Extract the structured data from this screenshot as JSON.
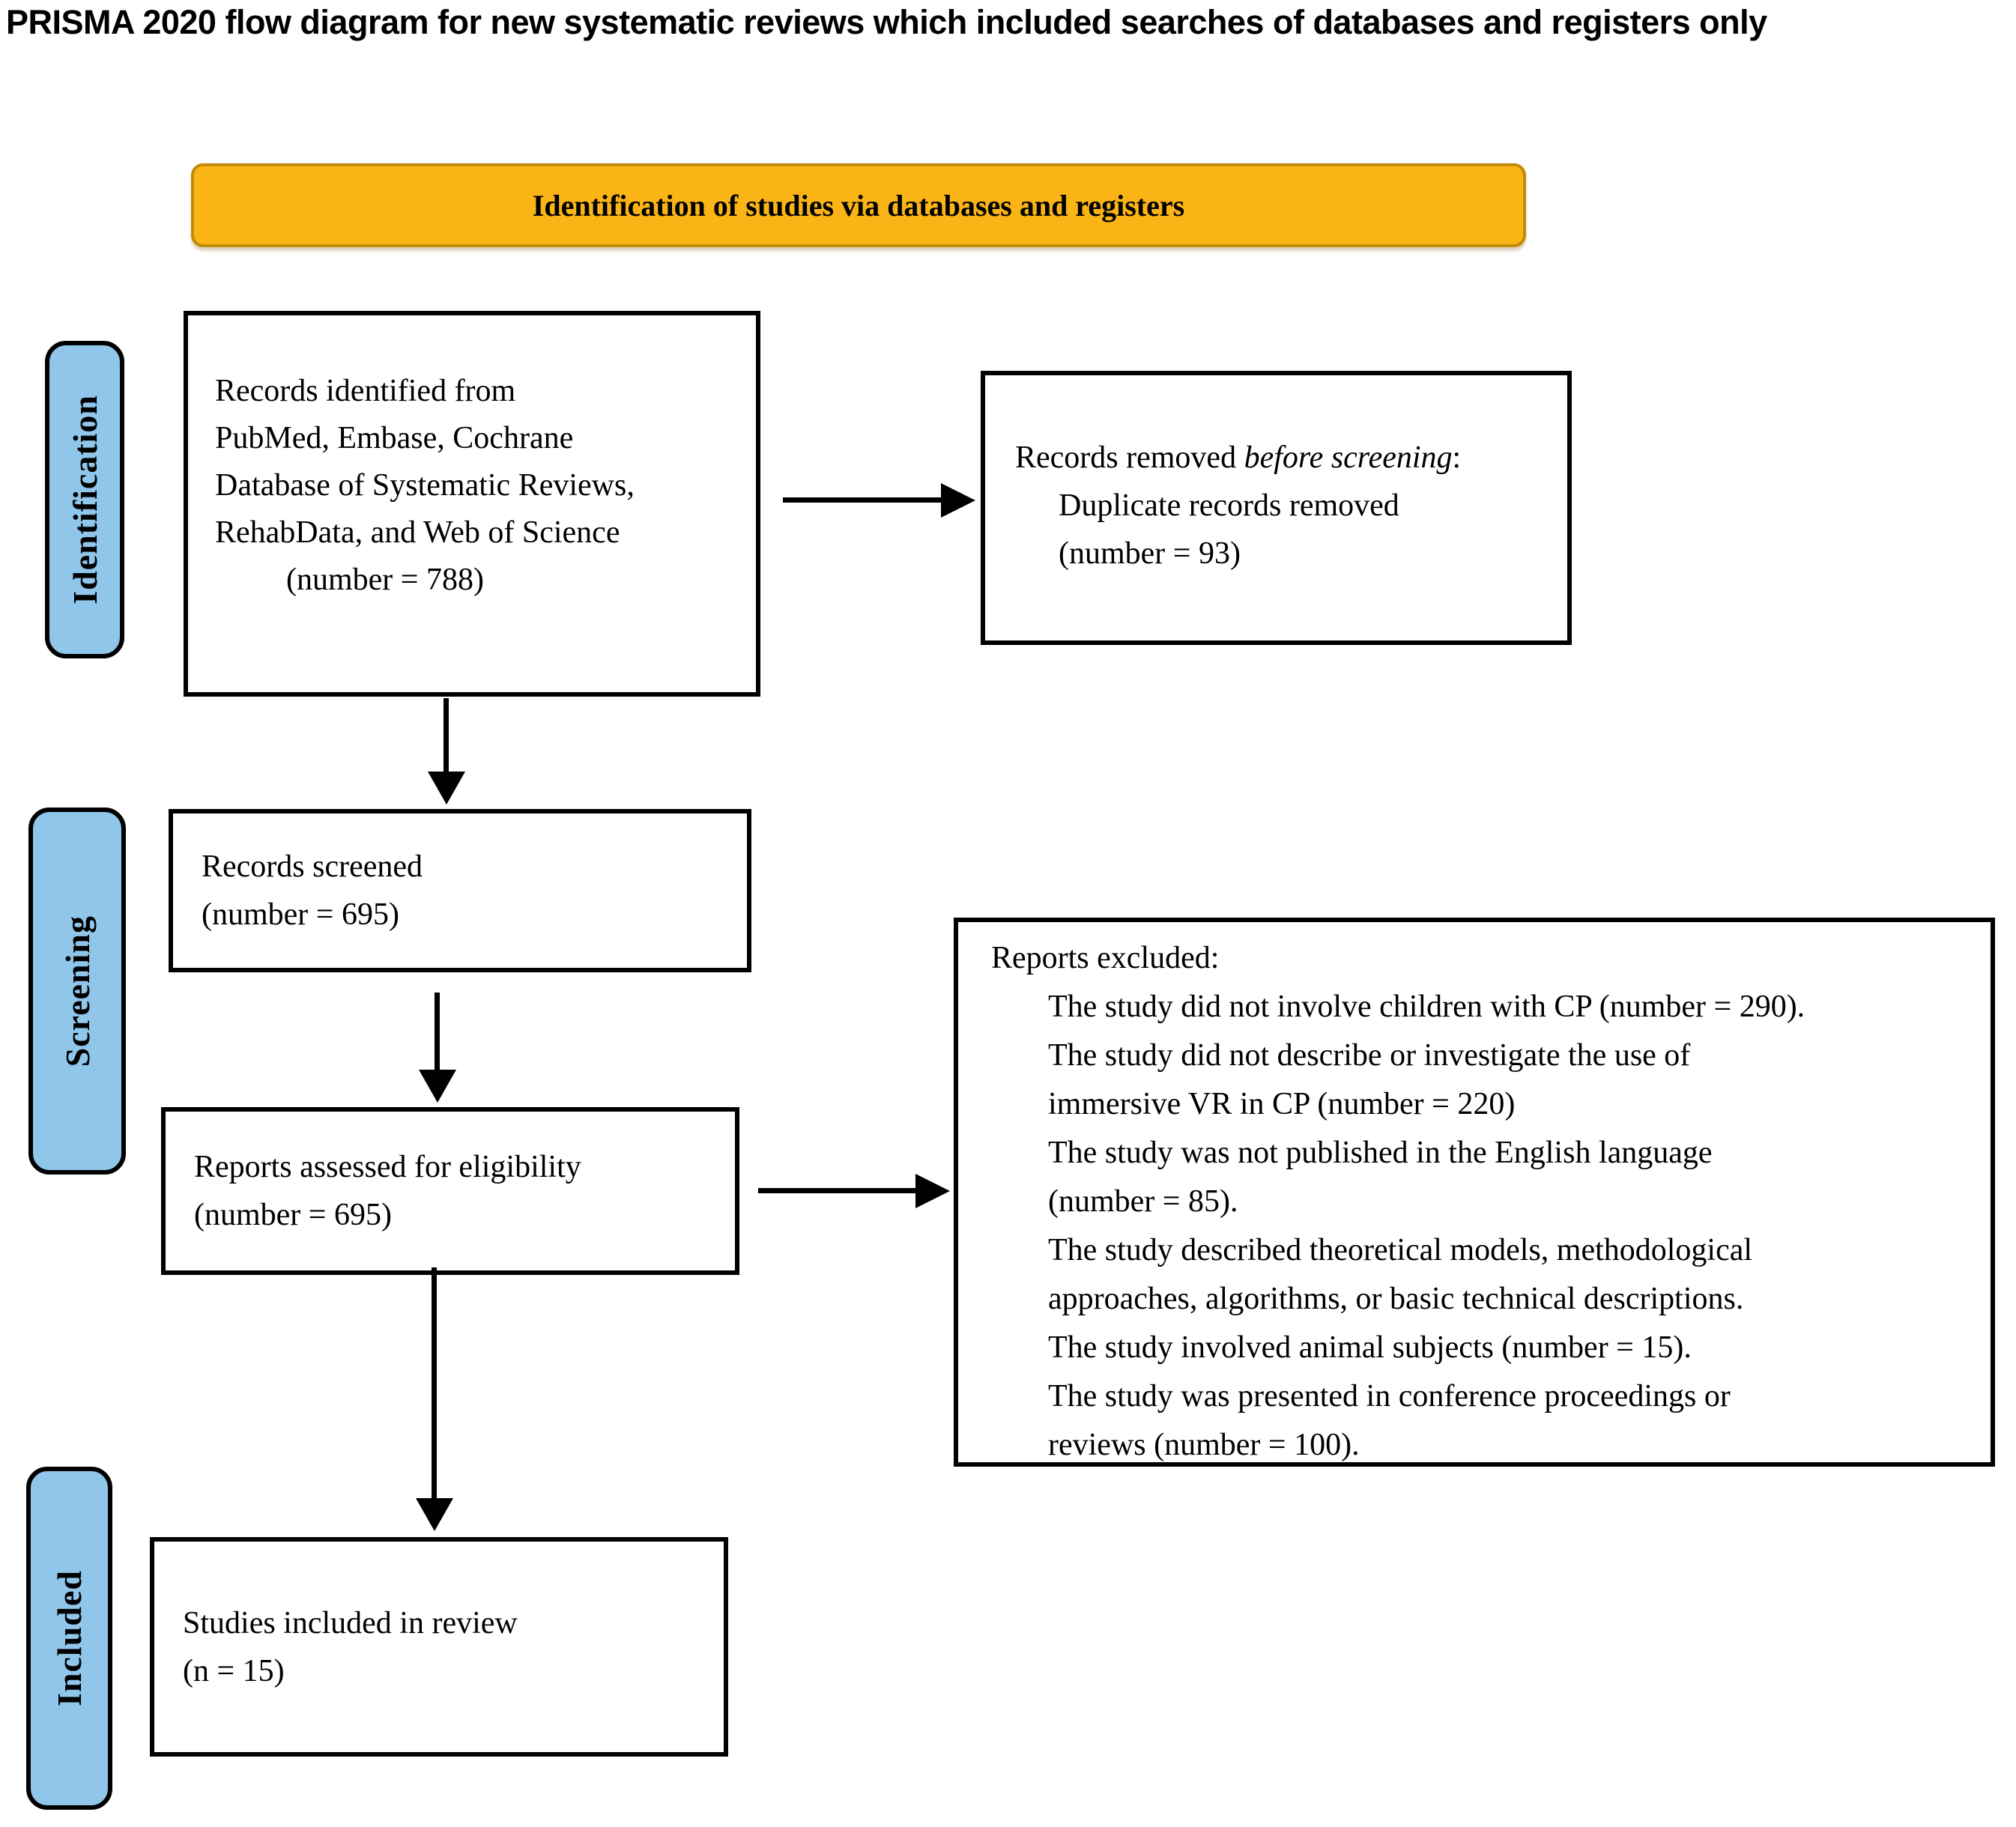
{
  "title": "PRISMA 2020 flow diagram for new systematic reviews which included searches of databases and registers only",
  "banner": {
    "label": "Identification of studies via databases and registers"
  },
  "stage_labels": {
    "identification": "Identification",
    "screening": "Screening",
    "included": "Included"
  },
  "colors": {
    "banner_fill": "#FBB415",
    "banner_border": "#C18B06",
    "stage_fill": "#8FC6E9",
    "box_border": "#000000"
  },
  "boxes": {
    "records_identified": {
      "lines": [
        "Records identified from",
        "PubMed, Embase, Cochrane",
        "Database of Systematic Reviews,",
        "RehabData, and Web of Science"
      ],
      "count": "(number = 788)"
    },
    "records_removed": {
      "prefix": "Records removed ",
      "emphasis": "before screening",
      "suffix": ":",
      "detail": "Duplicate records removed",
      "count": "(number = 93)"
    },
    "records_screened": {
      "line1": "Records screened",
      "count": "(number = 695)"
    },
    "reports_assessed": {
      "line1": "Reports assessed for eligibility",
      "count": "(number = 695)"
    },
    "reports_excluded": {
      "heading": "Reports excluded:",
      "reasons": [
        "The study did not involve children with CP (number = 290).",
        "The study did not describe or investigate the use of",
        "immersive VR in CP (number = 220)",
        "The study was not published in the English language",
        "(number = 85).",
        "The study described theoretical models, methodological",
        "approaches, algorithms, or basic technical descriptions.",
        "The study involved animal subjects (number = 15).",
        "The study was presented in conference proceedings or",
        "reviews (number = 100)."
      ]
    },
    "studies_included": {
      "line1": "Studies included in review",
      "count": "(n = 15)"
    }
  }
}
